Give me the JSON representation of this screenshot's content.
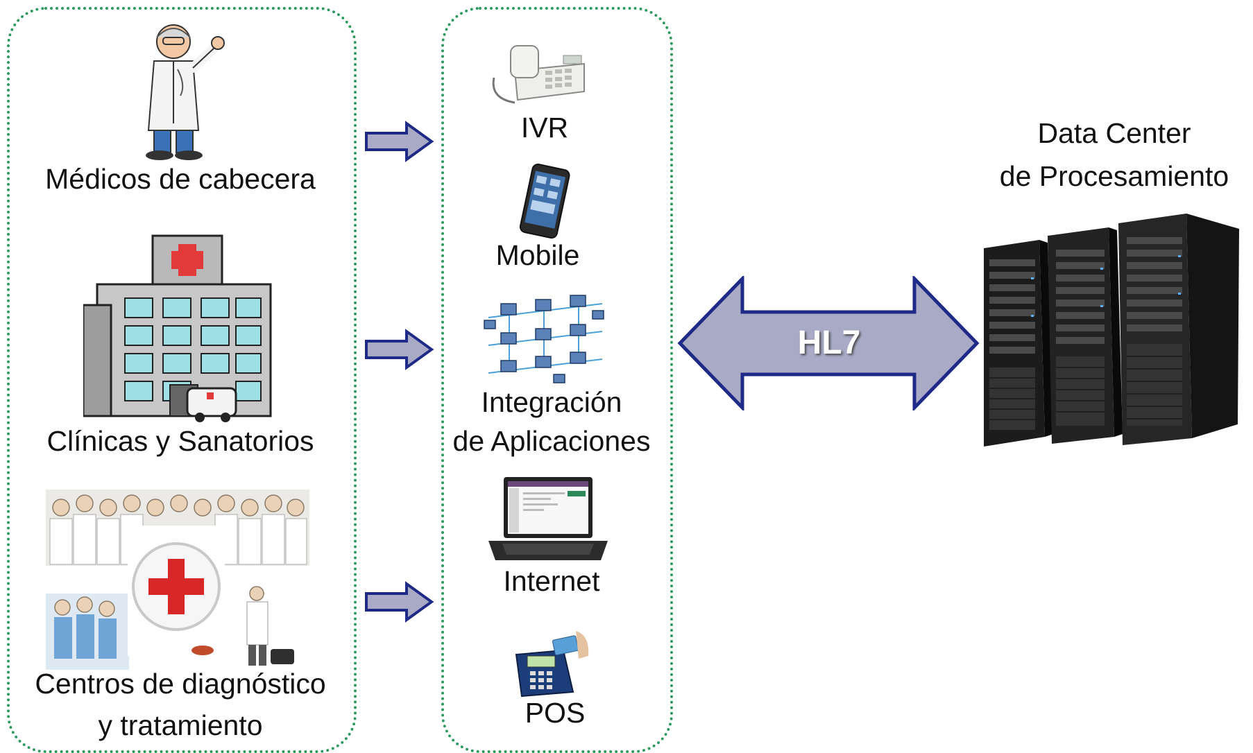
{
  "sources": [
    {
      "id": "gp",
      "label": "Médicos de cabecera",
      "icon": "doctor-icon"
    },
    {
      "id": "clinics",
      "label": "Clínicas y Sanatorios",
      "icon": "hospital-icon"
    },
    {
      "id": "centers",
      "label_line1": "Centros de diagnóstico",
      "label_line2": "y tratamiento",
      "icon": "medical-staff-icon"
    }
  ],
  "channels": [
    {
      "id": "ivr",
      "label": "IVR",
      "icon": "telephone-icon"
    },
    {
      "id": "mobile",
      "label": "Mobile",
      "icon": "smartphone-icon"
    },
    {
      "id": "integration",
      "label_line1": "Integración",
      "label_line2": "de Aplicaciones",
      "icon": "network-icon"
    },
    {
      "id": "internet",
      "label": "Internet",
      "icon": "laptop-icon"
    },
    {
      "id": "pos",
      "label": "POS",
      "icon": "pos-terminal-icon"
    }
  ],
  "protocol": {
    "label": "HL7"
  },
  "datacenter": {
    "label_line1": "Data Center",
    "label_line2": "de Procesamiento",
    "icon": "server-rack-icon"
  },
  "colors": {
    "panel_border": "#2e9a5f",
    "arrow_fill": "#a9aac6",
    "arrow_stroke": "#1f2a88",
    "text": "#111111",
    "protocol_text": "#ffffff"
  }
}
